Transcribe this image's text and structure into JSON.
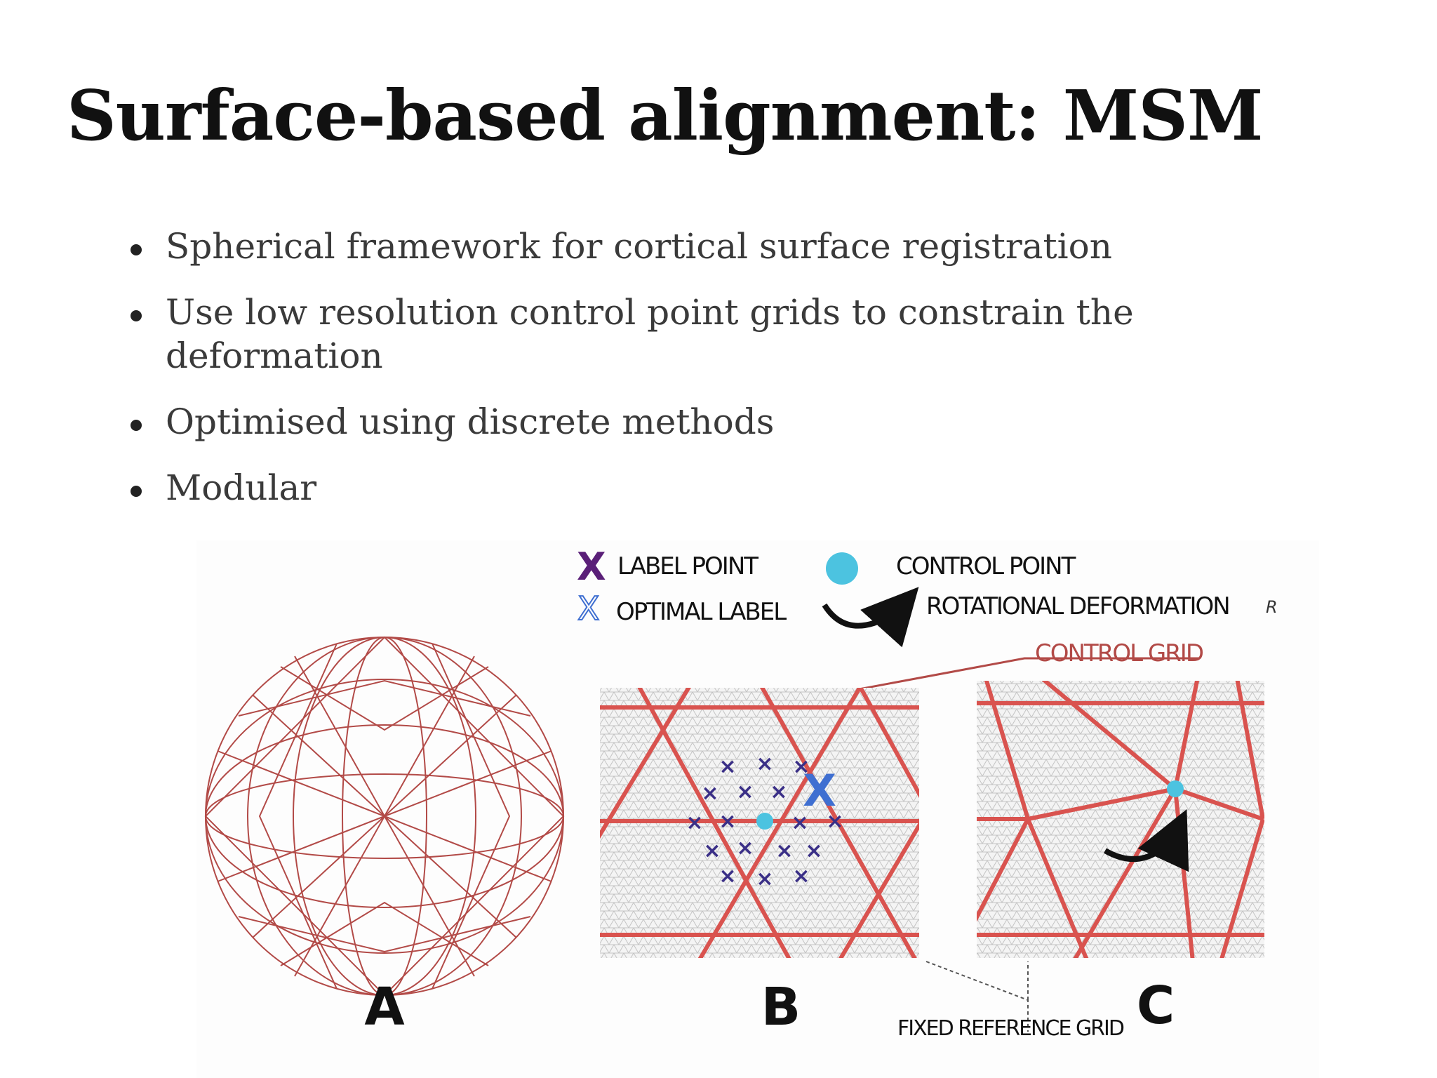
{
  "slide": {
    "title": "Surface-based alignment: MSM",
    "bullets": [
      "Spherical framework for cortical surface registration",
      "Use low resolution control point grids to constrain the deformation",
      "Optimised using discrete methods",
      "Modular"
    ]
  },
  "figure": {
    "legend": {
      "label_point": "LABEL POINT",
      "control_point": "CONTROL POINT",
      "optimal_label": "OPTIMAL LABEL",
      "rotational_deformation": "ROTATIONAL DEFORMATION",
      "rotational_deformation_suffix": "R",
      "label_marker": "X"
    },
    "control_grid_label": "CONTROL GRID",
    "fixed_reference_grid_label": "FIXED REFERENCE GRID",
    "panel_labels": {
      "a": "A",
      "b": "B",
      "c": "C"
    },
    "colors": {
      "mesh_red": "#b24a47",
      "grid_red": "#d9534f",
      "fine_mesh": "#bdbdbd",
      "label_x": "#3a2f87",
      "optimal_x": "#3f6fd1",
      "control_point": "#4cc3e0",
      "legend_x": "#5a1f78"
    }
  }
}
